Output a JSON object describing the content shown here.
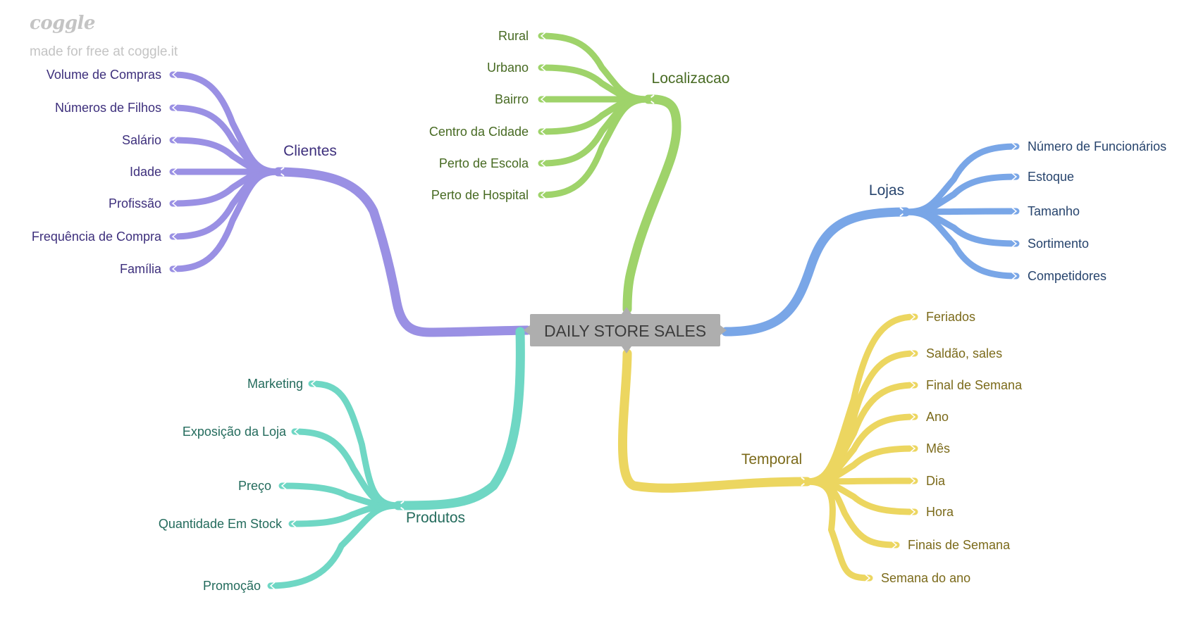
{
  "watermark": {
    "logo": "coggle",
    "text": "made for free at coggle.it"
  },
  "center": {
    "label": "DAILY STORE SALES",
    "fill": "#aeaeae",
    "text_color": "#3c3c3c"
  },
  "branches": [
    {
      "id": "clientes",
      "label": "Clientes",
      "color": "#9a90e3",
      "text_color": "#3d2f7c",
      "children": [
        "Volume de Compras",
        "Números de Filhos",
        "Salário",
        "Idade",
        "Profissão",
        "Frequência de Compra",
        "Família"
      ]
    },
    {
      "id": "localizacao",
      "label": "Localizacao",
      "color": "#9ed36a",
      "text_color": "#476a22",
      "children": [
        "Rural",
        "Urbano",
        "Bairro",
        "Centro da Cidade",
        "Perto de Escola",
        "Perto de Hospital"
      ]
    },
    {
      "id": "lojas",
      "label": "Lojas",
      "color": "#79a6e7",
      "text_color": "#27446d",
      "children": [
        "Número de Funcionários",
        "Estoque",
        "Tamanho",
        "Sortimento",
        "Competidores"
      ]
    },
    {
      "id": "temporal",
      "label": "Temporal",
      "color": "#ecd660",
      "text_color": "#7b6a1a",
      "children": [
        "Feriados",
        "Saldão, sales",
        "Final de Semana",
        "Ano",
        "Mês",
        "Dia",
        "Hora",
        "Finais de Semana",
        "Semana do ano"
      ]
    },
    {
      "id": "produtos",
      "label": "Produtos",
      "color": "#6fd7c4",
      "text_color": "#236b5c",
      "children": [
        "Marketing",
        "Exposição da Loja",
        "Preço",
        "Quantidade Em Stock",
        "Promoção"
      ]
    }
  ]
}
